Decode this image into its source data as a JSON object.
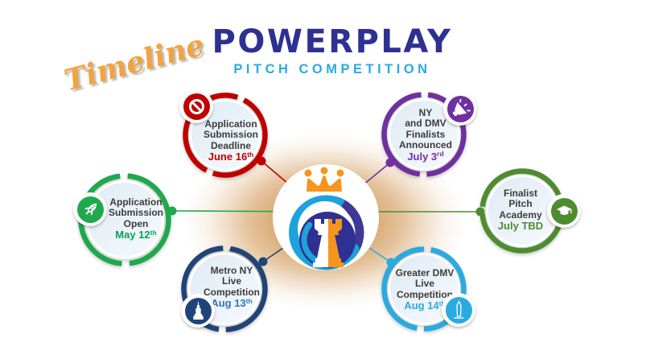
{
  "header": {
    "script_label": "Timeline",
    "brand": "POWERPLAY",
    "brand_sub": "PITCH COMPETITION",
    "script_color": "#F4A23C",
    "brand_color": "#2E3192",
    "brand_sub_color": "#29ABE2"
  },
  "center": {
    "icon": "chess-crown-logo",
    "glow_color": "#D49E60"
  },
  "milestones": [
    {
      "id": "application-submission-deadline",
      "lines": [
        "Application",
        "Submission",
        "Deadline"
      ],
      "date": "June 16",
      "date_suffix": "th",
      "color": "#C00000",
      "date_color": "#C00000",
      "icon": "no-entry-icon"
    },
    {
      "id": "ny-dmv-finalists-announced",
      "lines": [
        "NY",
        "and DMV",
        "Finalists",
        "Announced"
      ],
      "date": "July 3",
      "date_suffix": "rd",
      "color": "#7030A0",
      "date_color": "#7030A0",
      "icon": "megaphone-icon"
    },
    {
      "id": "application-submission-open",
      "lines": [
        "Application",
        "Submission",
        "Open"
      ],
      "date": "May 12",
      "date_suffix": "th",
      "color": "#1FA84D",
      "date_color": "#00A651",
      "icon": "rocket-icon"
    },
    {
      "id": "finalist-pitch-academy",
      "lines": [
        "Finalist",
        "Pitch",
        "Academy"
      ],
      "date": "July TBD",
      "date_suffix": "",
      "color": "#4E8C2F",
      "date_color": "#4E8C2F",
      "icon": "graduation-cap-icon"
    },
    {
      "id": "metro-ny-live-competition",
      "lines": [
        "Metro NY",
        "Live",
        "Competition"
      ],
      "date": "Aug 13",
      "date_suffix": "th",
      "color": "#1F4478",
      "date_color": "#2E75B6",
      "icon": "empire-state-building-icon"
    },
    {
      "id": "greater-dmv-live-competition",
      "lines": [
        "Greater DMV",
        "Live",
        "Competition"
      ],
      "date": "Aug 14",
      "date_suffix": "th",
      "color": "#29ABE2",
      "date_color": "#29ABE2",
      "icon": "washington-monument-icon"
    }
  ]
}
